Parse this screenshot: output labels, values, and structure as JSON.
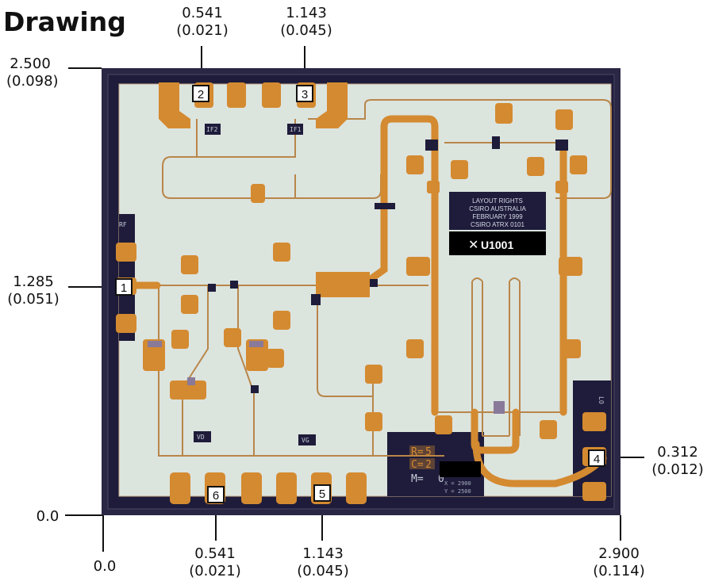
{
  "title": "Drawing",
  "dimensions": {
    "top_left": {
      "value": "2.500",
      "sub": "(0.098)"
    },
    "top_pad2": {
      "value": "0.541",
      "sub": "(0.021)"
    },
    "top_pad3": {
      "value": "1.143",
      "sub": "(0.045)"
    },
    "left_pad1": {
      "value": "1.285",
      "sub": "(0.051)"
    },
    "right_pad4": {
      "value": "0.312",
      "sub": "(0.012)"
    },
    "origin_y": {
      "value": "0.0"
    },
    "origin_x": {
      "value": "0.0"
    },
    "bottom_pad6": {
      "value": "0.541",
      "sub": "(0.021)"
    },
    "bottom_pad5": {
      "value": "1.143",
      "sub": "(0.045)"
    },
    "bottom_right": {
      "value": "2.900",
      "sub": "(0.114)"
    }
  },
  "pads": {
    "p1": "1",
    "p2": "2",
    "p3": "3",
    "p4": "4",
    "p5": "5",
    "p6": "6"
  },
  "chip_labels": {
    "if2": "IF2",
    "if1": "IF1",
    "rf": "RF",
    "lo": "LO",
    "vd": "VD",
    "vg": "VG",
    "rights_line1": "LAYOUT RIGHTS",
    "rights_line2": "CSIRO AUSTRALIA",
    "rights_line3": "FEBRUARY 1999",
    "rights_line4": "CSIRO ATRX 0101",
    "part_number": "U1001",
    "r_label": "R=",
    "r_value": "5",
    "c_label": "C=",
    "c_value": "2",
    "m_label": "M=",
    "m_value": "0",
    "x_coord": "X = 2900",
    "y_coord": "Y = 2500"
  },
  "colors": {
    "die_border": "#1e1c3a",
    "die_surface": "#dce4de",
    "gold": "#d48a30",
    "trace": "#b8864a",
    "via": "#8a7a9a"
  }
}
